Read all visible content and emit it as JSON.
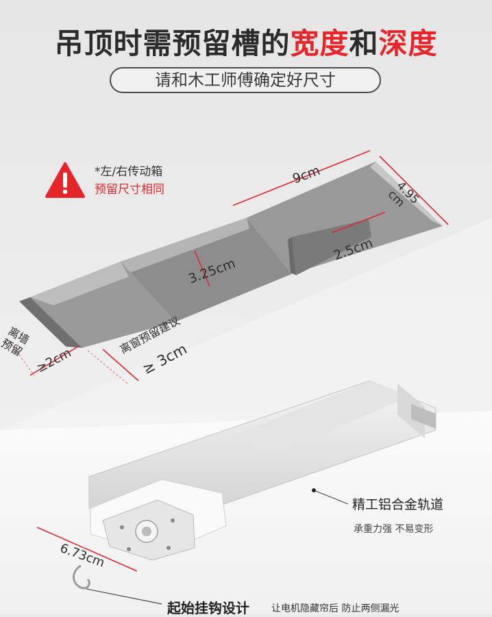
{
  "header": {
    "title_part1": "吊顶时需预留槽的",
    "title_accent1": "宽度",
    "title_part2": "和",
    "title_accent2": "深度",
    "subtitle": "请和木工师傅确定好尺寸"
  },
  "warning": {
    "icon": "warning-triangle-icon",
    "line1": "*左/右传动箱",
    "line2": "预留尺寸相同"
  },
  "dimensions": {
    "width_top": "9cm",
    "depth_right_num": "4.95",
    "depth_right_unit": "cm",
    "inner_step": "2.5cm",
    "middle_width": "3.25cm",
    "wall_label_1": "离墙",
    "wall_label_2": "预留",
    "wall_value": "≥2cm",
    "window_label": "离窗预留建议",
    "window_value": "≥ 3cm",
    "track_width": "6.73cm"
  },
  "features": {
    "track_title": "精工铝合金轨道",
    "track_sub": "承重力强 不易变形",
    "hook_title": "起始挂钩设计",
    "hook_sub": "让电机隐藏帘后 防止两侧漏光"
  },
  "colors": {
    "accent": "#e5252a",
    "text": "#2b2b2b",
    "ceiling": "#e9e9e9",
    "slot": "#8c8c8c"
  }
}
